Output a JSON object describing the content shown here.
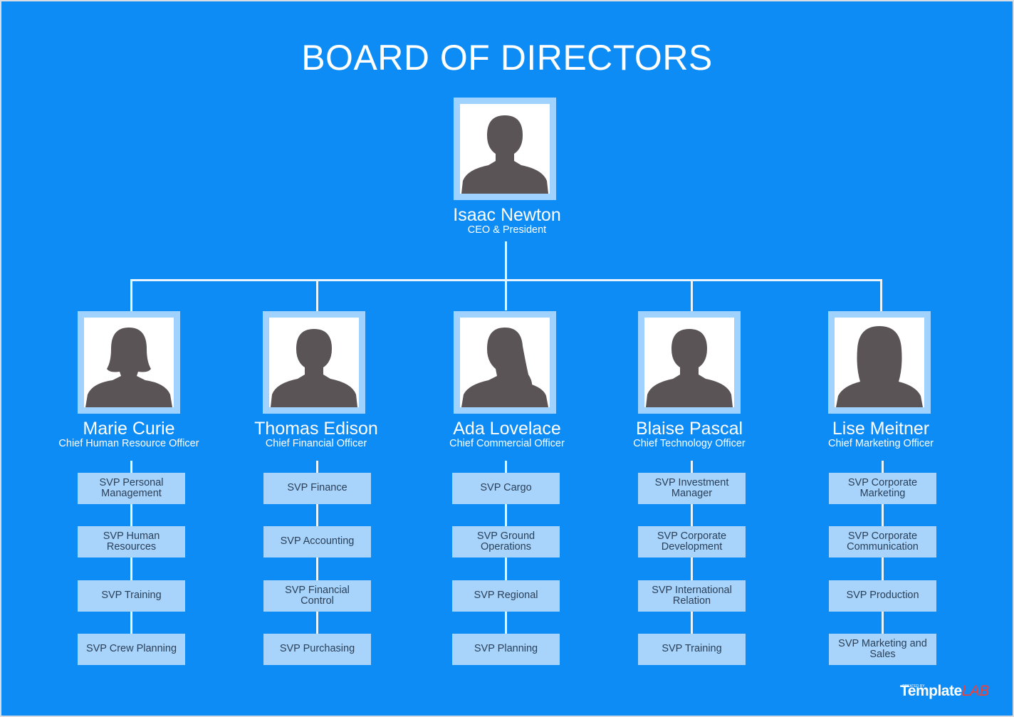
{
  "title": "BOARD OF DIRECTORS",
  "colors": {
    "background": "#0e8cf5",
    "photo_frame": "#9fd2ff",
    "silhouette": "#5a5456",
    "svp_box": "#a8d4fb",
    "svp_text": "#2a3f57",
    "connector": "#e8f4ff"
  },
  "ceo": {
    "name": "Isaac Newton",
    "role": "CEO & President",
    "icon": "male-silhouette-icon"
  },
  "directors": [
    {
      "name": "Marie Curie",
      "role": "Chief Human Resource Officer",
      "icon": "female-silhouette-icon",
      "svps": [
        "SVP Personal Management",
        "SVP Human Resources",
        "SVP Training",
        "SVP Crew Planning"
      ]
    },
    {
      "name": "Thomas Edison",
      "role": "Chief Financial Officer",
      "icon": "male-silhouette-icon",
      "svps": [
        "SVP Finance",
        "SVP Accounting",
        "SVP Financial Control",
        "SVP Purchasing"
      ]
    },
    {
      "name": "Ada Lovelace",
      "role": "Chief Commercial Officer",
      "icon": "female-ponytail-silhouette-icon",
      "svps": [
        "SVP Cargo",
        "SVP Ground Operations",
        "SVP Regional",
        "SVP Planning"
      ]
    },
    {
      "name": "Blaise Pascal",
      "role": "Chief Technology Officer",
      "icon": "male-silhouette-icon",
      "svps": [
        "SVP Investment Manager",
        "SVP Corporate Development",
        "SVP International Relation",
        "SVP Training"
      ]
    },
    {
      "name": "Lise Meitner",
      "role": "Chief Marketing Officer",
      "icon": "female-long-hair-silhouette-icon",
      "svps": [
        "SVP Corporate Marketing",
        "SVP Corporate Communication",
        "SVP Production",
        "SVP Marketing and Sales"
      ]
    }
  ],
  "logo": {
    "small": "CREATED BY",
    "brand": "Template",
    "suffix": "LAB"
  }
}
